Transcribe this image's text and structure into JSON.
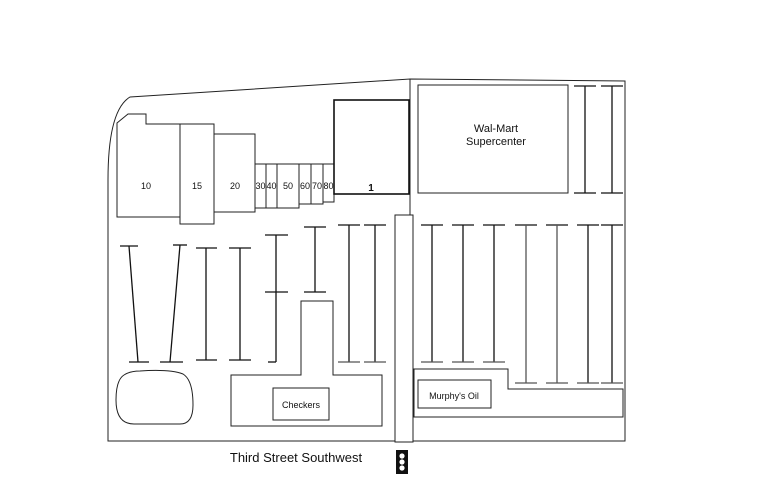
{
  "units": [
    {
      "id": "10",
      "label": "10"
    },
    {
      "id": "15",
      "label": "15"
    },
    {
      "id": "20",
      "label": "20"
    },
    {
      "id": "30",
      "label": "30"
    },
    {
      "id": "40",
      "label": "40"
    },
    {
      "id": "50",
      "label": "50"
    },
    {
      "id": "60",
      "label": "60"
    },
    {
      "id": "70",
      "label": "70"
    },
    {
      "id": "80",
      "label": "80"
    },
    {
      "id": "1",
      "label": "1"
    }
  ],
  "anchors": {
    "walmart_line1": "Wal-Mart",
    "walmart_line2": "Supercenter",
    "checkers": "Checkers",
    "murphys_oil": "Murphy's Oil"
  },
  "street": {
    "name": "Third Street Southwest",
    "traffic_signal_icon": "traffic-light-icon"
  },
  "colors": {
    "line": "#222222",
    "background": "#ffffff",
    "signal": "#111111"
  }
}
